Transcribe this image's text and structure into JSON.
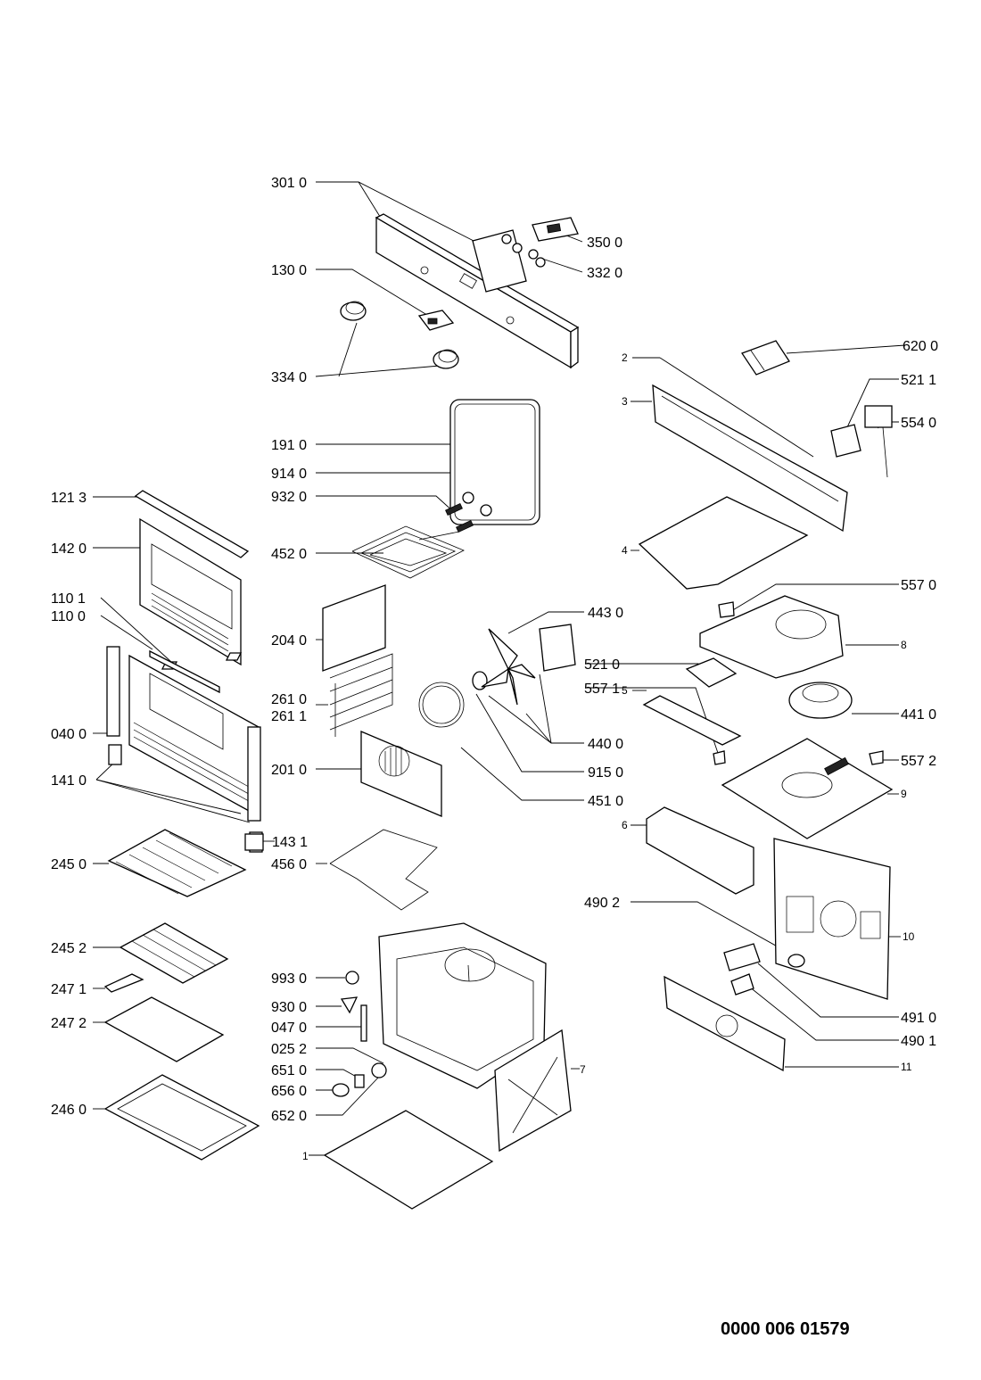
{
  "document_number": "0000 006 01579",
  "labels": {
    "l_3010": "301 0",
    "l_3500": "350 0",
    "l_3320": "332 0",
    "l_1300": "130 0",
    "l_3340": "334 0",
    "l_1910": "191 0",
    "l_9140": "914 0",
    "l_9320": "932 0",
    "l_4520": "452 0",
    "l_2040": "204 0",
    "l_2610": "261 0",
    "l_2611": "261 1",
    "l_2010": "201 0",
    "l_4560": "456 0",
    "l_4430": "443 0",
    "l_5210": "521 0",
    "l_5571": "557 1",
    "l_4400": "440 0",
    "l_9150": "915 0",
    "l_4510": "451 0",
    "l_1213": "121 3",
    "l_1420": "142 0",
    "l_1101": "110 1",
    "l_1100": "110 0",
    "l_0400": "040 0",
    "l_1410": "141 0",
    "l_1431": "143 1",
    "l_2450": "245 0",
    "l_2452": "245 2",
    "l_2471": "247 1",
    "l_2472": "247 2",
    "l_2460": "246 0",
    "l_9930": "993 0",
    "l_9300": "930 0",
    "l_0470": "047 0",
    "l_0252": "025 2",
    "l_6510": "651 0",
    "l_6560": "656 0",
    "l_6520": "652 0",
    "l_1": "1",
    "l_7": "7",
    "l_6200": "620 0",
    "l_2": "2",
    "l_3": "3",
    "l_5211": "521 1",
    "l_5540": "554 0",
    "l_4": "4",
    "l_5570": "557 0",
    "l_8": "8",
    "l_4410": "441 0",
    "l_5": "5",
    "l_5572": "557 2",
    "l_9": "9",
    "l_6": "6",
    "l_4902": "490 2",
    "l_10": "10",
    "l_4910": "491 0",
    "l_4901": "490 1",
    "l_11": "11"
  }
}
